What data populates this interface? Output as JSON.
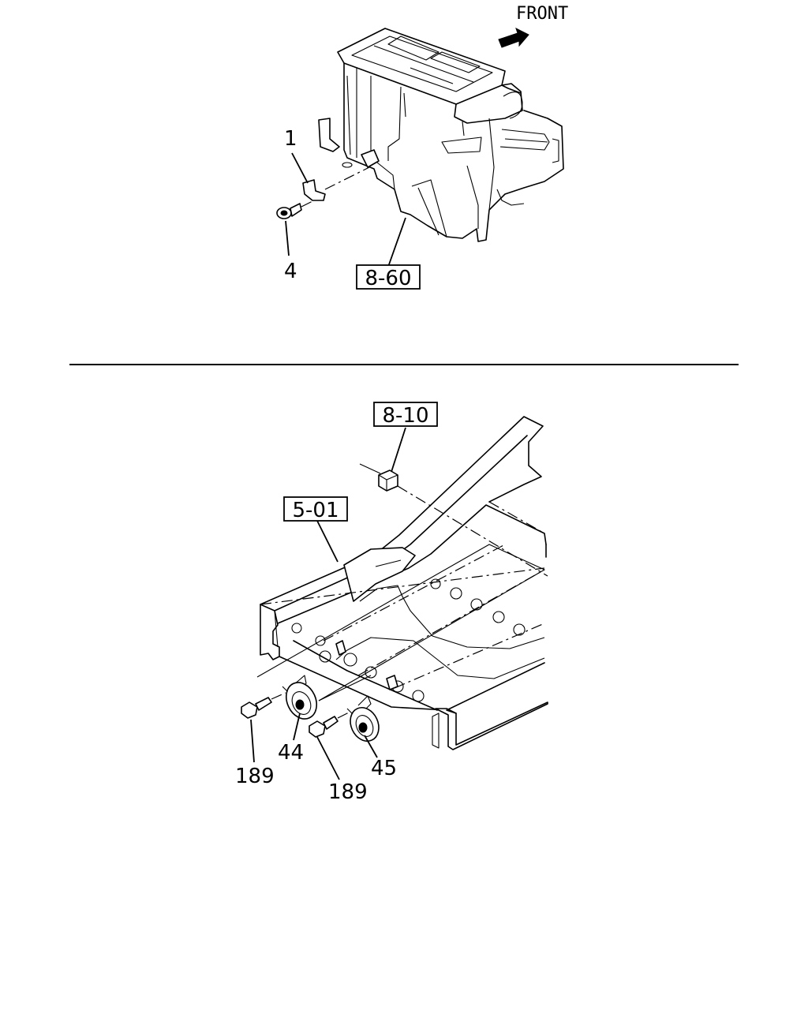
{
  "top_view": {
    "front_label": "FRONT",
    "callouts": {
      "part_1": "1",
      "part_4": "4"
    },
    "ref_box": "8-60"
  },
  "bottom_view": {
    "ref_box_top": "8-10",
    "ref_box_frame": "5-01",
    "callouts": {
      "horn_left": "44",
      "horn_right": "45",
      "bolt_left": "189",
      "bolt_right": "189"
    }
  }
}
